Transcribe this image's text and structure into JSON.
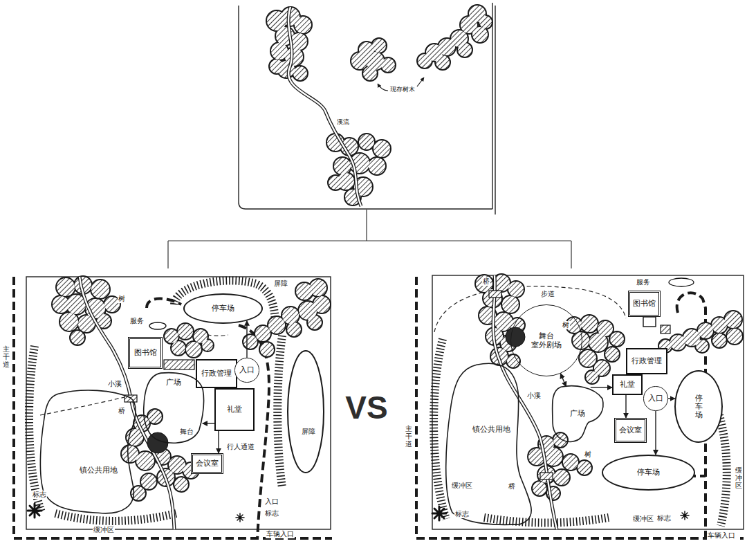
{
  "diagram": {
    "nodes": [
      {
        "text": [
          "停车场"
        ]
      },
      {
        "text": [
          "图书馆"
        ]
      },
      {
        "text": [
          "行政管理"
        ]
      },
      {
        "text": [
          "入口"
        ]
      },
      {
        "text": [
          "礼堂"
        ]
      },
      {
        "text": [
          "会议室"
        ]
      },
      {
        "text": [
          "镇公共用地"
        ]
      },
      {
        "text": [
          "广场"
        ]
      },
      {
        "text": [
          "图书馆"
        ]
      },
      {
        "text": [
          "行政管理"
        ]
      },
      {
        "text": [
          "礼堂"
        ]
      },
      {
        "text": [
          "入口"
        ]
      },
      {
        "text": [
          "会议室"
        ]
      },
      {
        "text": [
          "停车场"
        ]
      },
      {
        "text": [
          "停车场"
        ]
      },
      {
        "text": [
          "舞台",
          "室外剧场"
        ]
      },
      {
        "text": [
          "广场"
        ]
      },
      {
        "text": [
          "镇公共用地"
        ]
      }
    ],
    "edges": [
      {
        "from": 4,
        "to": 7,
        "arrow": "to"
      },
      {
        "from": 4,
        "to": 5,
        "arrow": "to"
      },
      {
        "from": 3,
        "to": 0,
        "arrow": "to"
      },
      {
        "from": 15,
        "to": 16,
        "arrow": "both"
      },
      {
        "from": 16,
        "to": 10,
        "arrow": "to"
      },
      {
        "from": 11,
        "to": 13,
        "arrow": "to"
      },
      {
        "from": 11,
        "to": 14,
        "arrow": "to"
      },
      {
        "from": 10,
        "to": 12,
        "arrow": "to"
      }
    ],
    "labels": [
      "溪流",
      "现存树木",
      "VS",
      "树",
      "屏障",
      "服务",
      "小溪",
      "桥",
      "舞台",
      "行人通道",
      "主干道",
      "屏障",
      "入口",
      "标志",
      "车辆入口",
      "标志",
      "缓冲区",
      "桥",
      "步道",
      "服务",
      "树",
      "小溪",
      "主干道",
      "缓冲区",
      "桥",
      "树",
      "缓冲区",
      "标志",
      "缓冲区",
      "标志",
      "车辆入口"
    ]
  }
}
